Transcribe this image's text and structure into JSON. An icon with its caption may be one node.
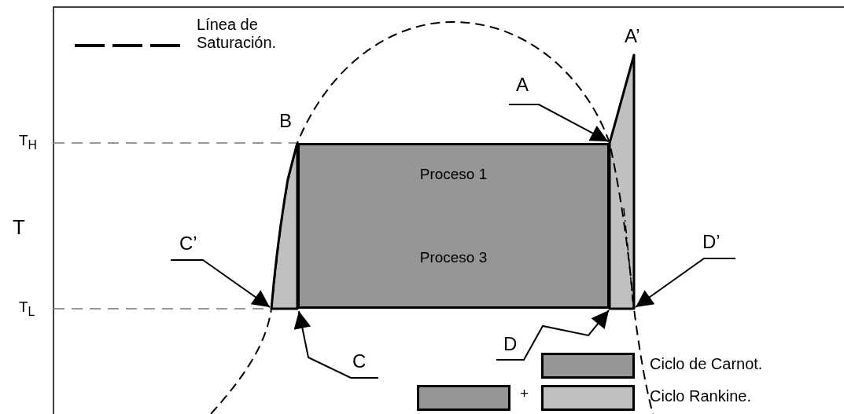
{
  "diagram": {
    "nodes": [
      {
        "text": [
          "A"
        ]
      },
      {
        "text": [
          "C’"
        ]
      },
      {
        "text": [
          "C"
        ]
      },
      {
        "text": [
          "D"
        ]
      },
      {
        "text": [
          "D’"
        ]
      },
      {
        "text": [
          "Proceso 1",
          "Proceso 3"
        ]
      },
      {
        "text": [],
        "shape": "polygon"
      },
      {
        "text": [],
        "shape": "polygon"
      }
    ],
    "edges": [
      {
        "from": 0,
        "to": 5,
        "arrow": "to"
      },
      {
        "from": 1,
        "to": 6,
        "arrow": "to"
      },
      {
        "from": 2,
        "to": 5,
        "arrow": "to"
      },
      {
        "from": 3,
        "to": 5,
        "arrow": "to"
      },
      {
        "from": 4,
        "to": 7,
        "arrow": "to"
      }
    ],
    "labels": [
      "A’",
      "B",
      "T$_{H}$",
      "T",
      "T$_{L}$",
      "+"
    ],
    "legend": [
      {
        "text": "Línea de Saturación."
      },
      {
        "text": "Ciclo de Carnot.",
        "color": "#969696"
      },
      {
        "text": "Ciclo Rankine.",
        "color": "#c0c0c0"
      }
    ]
  }
}
